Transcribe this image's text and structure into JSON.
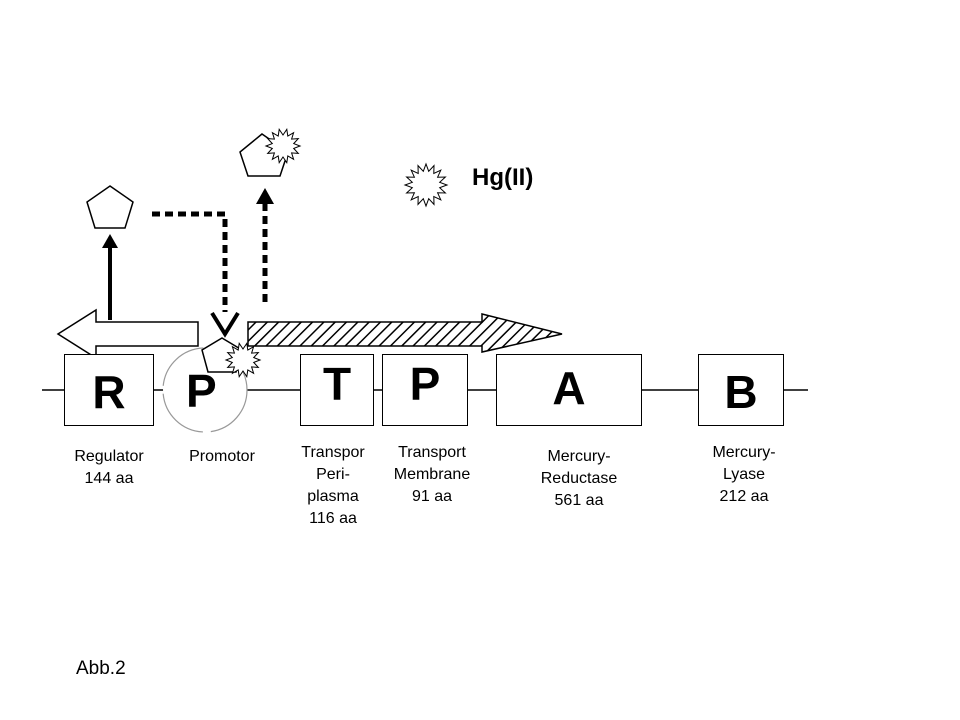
{
  "genes": [
    {
      "id": "R",
      "letter": "R",
      "label": "Regulator\n144 aa"
    },
    {
      "id": "P-promoter",
      "letter": "P",
      "label": "Promotor"
    },
    {
      "id": "T",
      "letter": "T",
      "label": "Transpor\nPeri-\nplasma\n116 aa"
    },
    {
      "id": "P-transport",
      "letter": "P",
      "label": "Transport\nMembrane\n91 aa"
    },
    {
      "id": "A",
      "letter": "A",
      "label": "Mercury-\nReductase\n561 aa"
    },
    {
      "id": "B",
      "letter": "B",
      "label": "Mercury-\nLyase\n212 aa"
    }
  ],
  "legend": {
    "label": "Hg(II)",
    "icon": "hg-star-icon"
  },
  "caption": "Abb.2",
  "colors": {
    "stroke": "#000000",
    "background": "#ffffff",
    "promoter_circle": "#999999"
  }
}
